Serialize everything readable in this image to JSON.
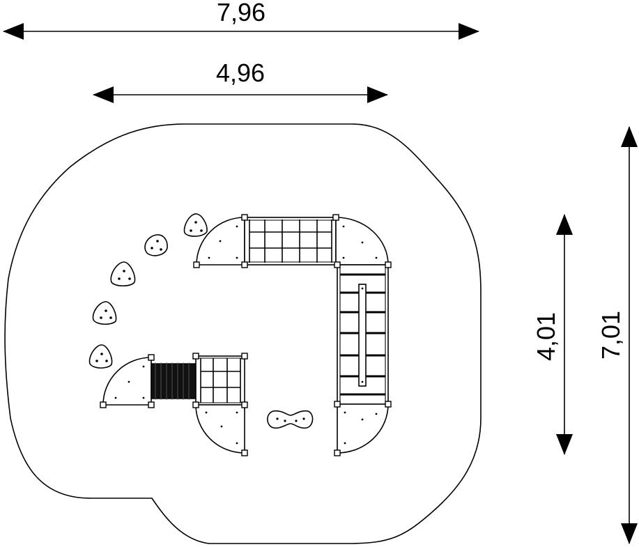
{
  "dimensions": {
    "overall_width": "7,96",
    "equipment_width": "4,96",
    "equipment_depth": "4,01",
    "overall_depth": "7,01"
  }
}
